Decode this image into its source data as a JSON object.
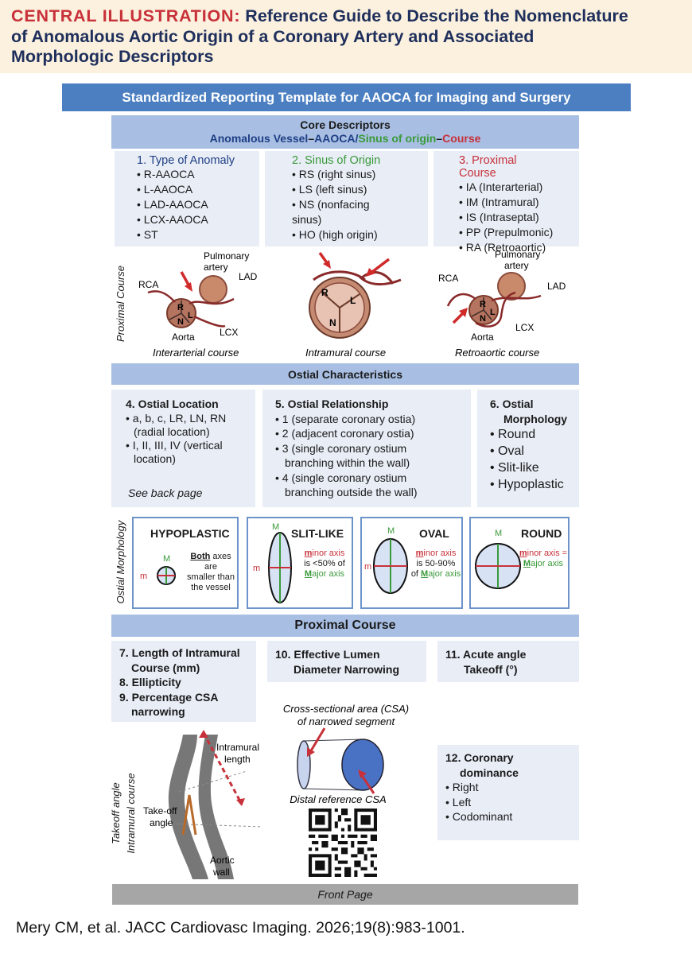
{
  "header": {
    "label": "CENTRAL ILLUSTRATION:",
    "title_line1": "Reference Guide to Describe the Nomenclature",
    "title_line2": "of Anomalous Aortic Origin of a Coronary Artery and Associated",
    "title_line3": "Morphologic Descriptors"
  },
  "template_title": "Standardized Reporting Template for AAOCA for Imaging and Surgery",
  "core": {
    "title": "Core Descriptors",
    "formula_a": "Anomalous Vessel",
    "formula_dash1": "–",
    "formula_b": "AAOCA/",
    "formula_c": "Sinus of origin",
    "formula_dash2": "–",
    "formula_d": "Course",
    "type_title": "1. Type of Anomaly",
    "type_items": [
      "R-AAOCA",
      "L-AAOCA",
      "LAD-AAOCA",
      "LCX-AAOCA",
      "ST"
    ],
    "sinus_title": "2. Sinus of Origin",
    "sinus_items": [
      "RS (right sinus)",
      "LS (left sinus)",
      "NS (nonfacing sinus)",
      "HO (high origin)"
    ],
    "course_title": "3. Proximal Course",
    "course_items": [
      "IA (Interarterial)",
      "IM (Intramural)",
      "IS (Intraseptal)",
      "PP (Prepulmonic)",
      "RA (Retroaortic)"
    ]
  },
  "course_diagrams": {
    "row_label": "Proximal Course",
    "interarterial": {
      "caption": "Interarterial course",
      "pulmonary_line1": "Pulmonary",
      "pulmonary_line2": "artery",
      "rca": "RCA",
      "lad": "LAD",
      "lcx": "LCX",
      "aorta": "Aorta",
      "r": "R",
      "l": "L",
      "n": "N"
    },
    "intramural": {
      "caption": "Intramural course",
      "r": "R",
      "l": "L",
      "n": "N"
    },
    "retroaortic": {
      "caption": "Retroaortic course",
      "pulmonary_line1": "Pulmonary",
      "pulmonary_line2": "artery",
      "rca": "RCA",
      "lad": "LAD",
      "lcx": "LCX",
      "aorta": "Aorta",
      "r": "R",
      "l": "L",
      "n": "N"
    }
  },
  "ostial": {
    "title": "Ostial Characteristics",
    "location_title": "4. Ostial Location",
    "location_items": [
      "a, b, c, LR, LN, RN (radial location)",
      "I, II, III, IV (vertical location)"
    ],
    "see_back": "See back page",
    "relationship_title": "5. Ostial Relationship",
    "relationship_items": [
      "1 (separate coronary ostia)",
      "2 (adjacent coronary ostia)",
      "3 (single coronary ostium branching within the wall)",
      "4 (single coronary ostium branching outside the wall)"
    ],
    "morphology_title_line1": "6. Ostial",
    "morphology_title_line2": "Morphology",
    "morphology_items": [
      "Round",
      "Oval",
      "Slit-like",
      "Hypoplastic"
    ]
  },
  "morphology": {
    "row_label": "Ostial Morphology",
    "major": "M",
    "minor": "m",
    "hypoplastic": {
      "title": "HYPOPLASTIC",
      "bold": "Both",
      "rest1": " axes are",
      "rest2": "smaller than",
      "rest3": "the vessel"
    },
    "slit": {
      "title": "SLIT-LIKE",
      "minor_m": "m",
      "minor_rest": "inor axis",
      "line2": "is <50% of",
      "major_M": "M",
      "major_rest": "ajor axis"
    },
    "oval": {
      "title": "OVAL",
      "minor_m": "m",
      "minor_rest": "inor axis",
      "line2": "is 50-90%",
      "line3": "of ",
      "major_M": "M",
      "major_rest": "ajor axis"
    },
    "round": {
      "title": "ROUND",
      "minor_m": "m",
      "minor_rest": "inor axis =",
      "major_M": "M",
      "major_rest": "ajor axis"
    }
  },
  "proximal": {
    "title": "Proximal Course",
    "item7_line1": "7. Length of Intramural",
    "item7_line2": "Course (mm)",
    "item8": "8. Ellipticity",
    "item9_line1": "9. Percentage CSA",
    "item9_line2": "narrowing",
    "item10_line1": "10. Effective Lumen",
    "item10_line2": "Diameter Narrowing",
    "item11_line1": "11. Acute angle",
    "item11_line2": "Takeoff (°)",
    "item12_line1": "12. Coronary",
    "item12_line2": "dominance",
    "item12_items": [
      "Right",
      "Left",
      "Codominant"
    ],
    "row_label_1": "Takeoff angle",
    "row_label_2": "Intramural course",
    "intramural_length_line1": "Intramural",
    "intramural_length_line2": "length",
    "takeoff_line1": "Take-off",
    "takeoff_line2": "angle",
    "aortic_wall_line1": "Aortic",
    "aortic_wall_line2": "wall",
    "csa_line1": "Cross-sectional area (CSA)",
    "csa_line2": "of narrowed segment",
    "distal_csa": "Distal reference CSA"
  },
  "front_page": "Front Page",
  "citation": "Mery CM, et al. JACC Cardiovasc Imaging. 2026;19(8):983-1001.",
  "colors": {
    "header_bg": "#fbf1de",
    "title_navy": "#1f2f5c",
    "accent_red": "#c8313a",
    "bar_blue": "#4b7fc1",
    "section_blue": "#a8bfe3",
    "box_bg": "#e8edf6",
    "green": "#3a9a3a"
  }
}
